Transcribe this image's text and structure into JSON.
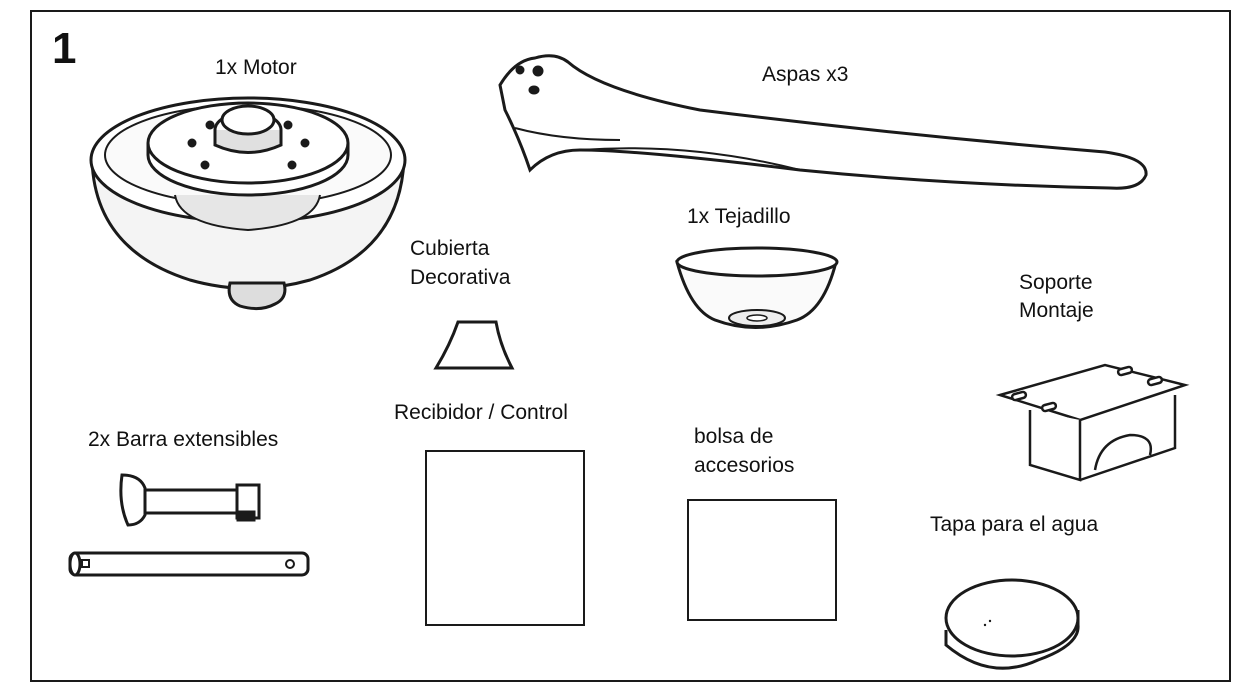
{
  "step_number": "1",
  "colors": {
    "line": "#1a1a1a",
    "fill": "#ffffff",
    "shade": "#d8d8d8"
  },
  "parts": {
    "motor": {
      "label": "1x Motor",
      "icon": "fan-motor-icon"
    },
    "blades": {
      "label": "Aspas x3",
      "icon": "fan-blade-icon"
    },
    "canopy": {
      "label": "1x Tejadillo",
      "icon": "canopy-icon"
    },
    "decorative_cover": {
      "label_line1": "Cubierta",
      "label_line2": "Decorativa",
      "icon": "decorative-cover-icon"
    },
    "mounting_bracket": {
      "label_line1": "Soporte",
      "label_line2": "Montaje",
      "icon": "mounting-bracket-icon"
    },
    "receiver": {
      "label": "Recibidor / Control",
      "icon": "receiver-box-icon"
    },
    "downrods": {
      "label": "2x Barra extensibles",
      "icon": "downrod-icon"
    },
    "accessory_bag": {
      "label_line1": "bolsa de",
      "label_line2": "accesorios",
      "icon": "accessory-bag-icon"
    },
    "water_cap": {
      "label": "Tapa para el agua",
      "icon": "water-cap-icon"
    }
  }
}
